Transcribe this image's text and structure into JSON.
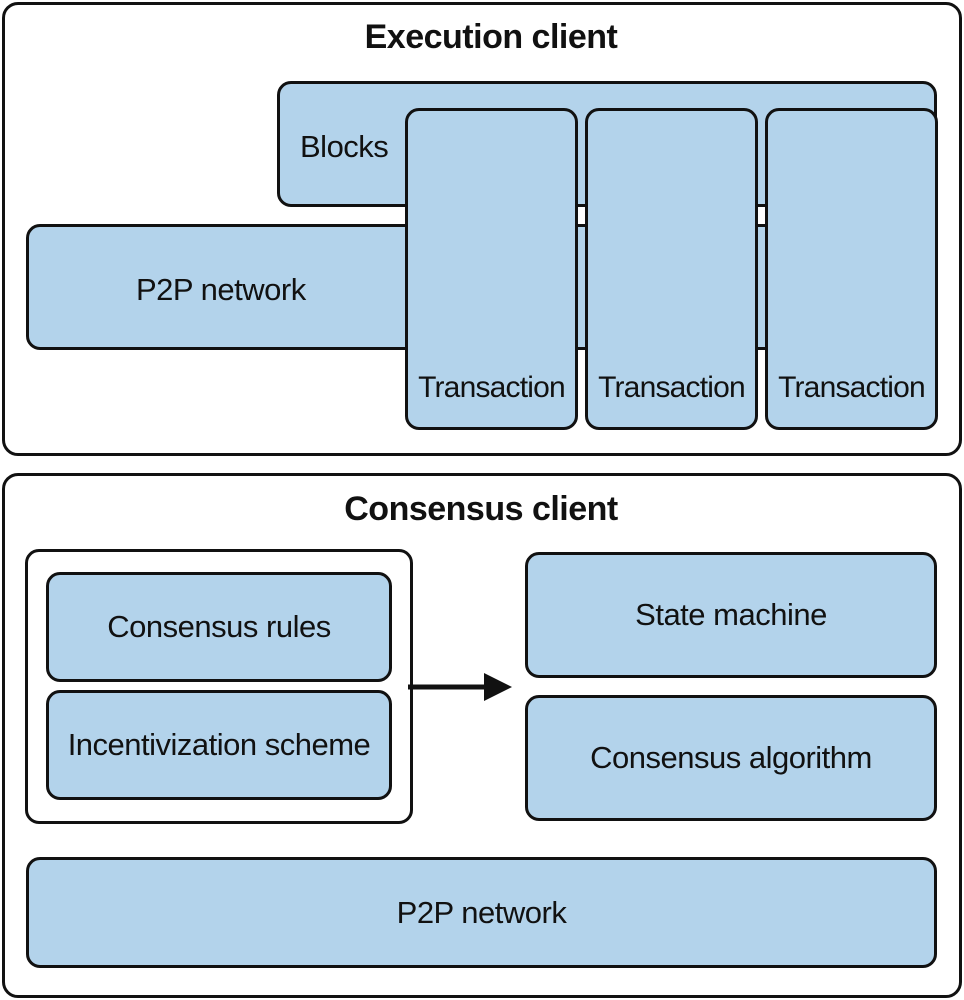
{
  "execution": {
    "title": "Execution client",
    "blocks_label": "Blocks",
    "p2p_label": "P2P network",
    "transactions": [
      "Transaction",
      "Transaction",
      "Transaction"
    ]
  },
  "consensus": {
    "title": "Consensus client",
    "rules_label": "Consensus rules",
    "incentive_label": "Incentivization scheme",
    "state_machine_label": "State machine",
    "algorithm_label": "Consensus algorithm",
    "p2p_label": "P2P network"
  },
  "colors": {
    "box_fill": "#b3d3eb",
    "border": "#111111",
    "background": "#ffffff"
  }
}
